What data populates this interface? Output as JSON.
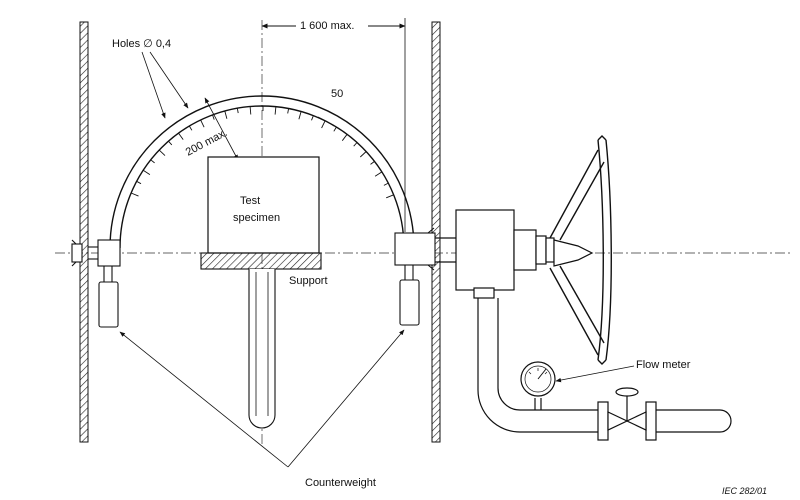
{
  "labels": {
    "holes": "Holes ∅ 0,4",
    "span": "1 600 max.",
    "tick_spacing": "50",
    "radius": "200 max.",
    "specimen_line1": "Test",
    "specimen_line2": "specimen",
    "support": "Support",
    "flow_meter": "Flow meter",
    "counterweight": "Counterweight",
    "figure_ref": "IEC   282/01"
  }
}
